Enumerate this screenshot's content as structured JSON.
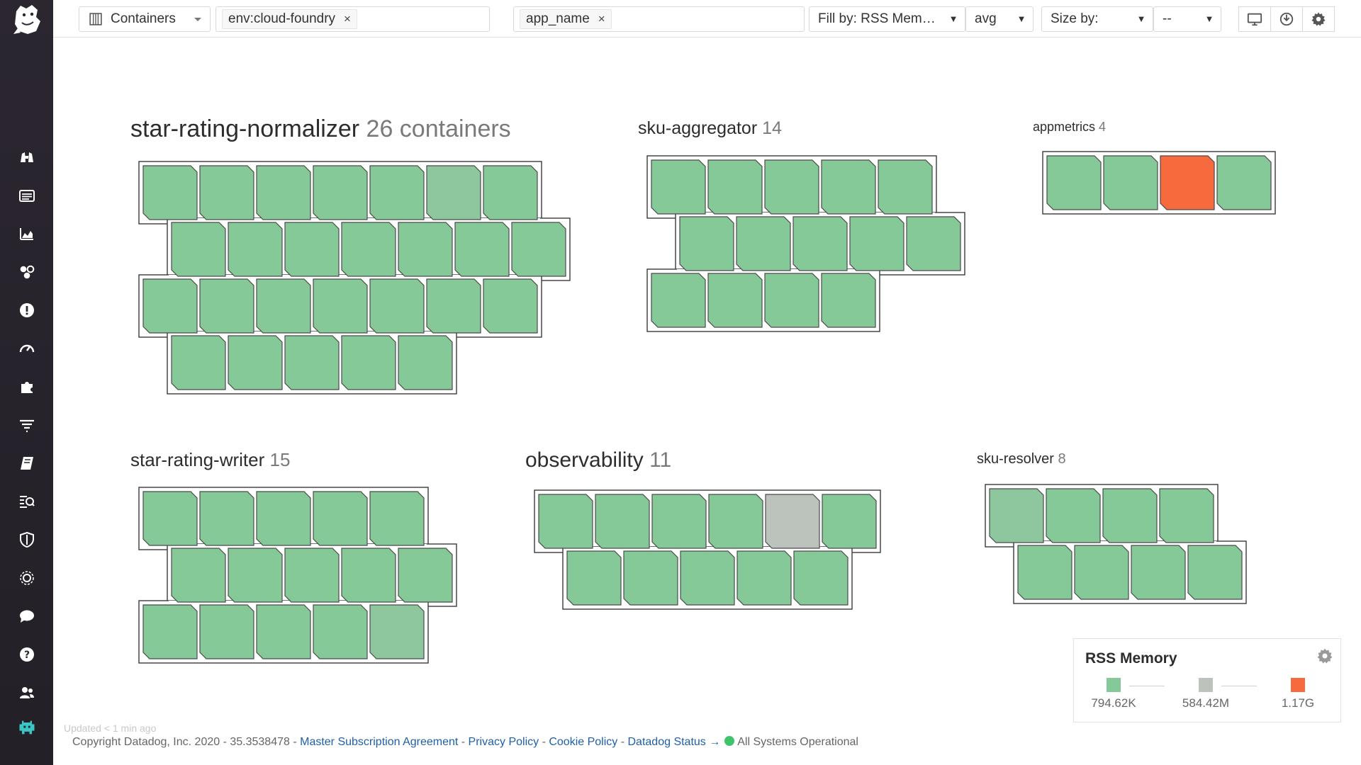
{
  "toolbar": {
    "view_select": "Containers",
    "filter_tag": "env:cloud-foundry",
    "group_tag": "app_name",
    "fill_by": "Fill by: RSS Mem…",
    "fill_agg": "avg",
    "size_by": "Size by:",
    "size_agg": "--"
  },
  "colors": {
    "ok": "#85c998",
    "ok_light": "#8ec79e",
    "mid": "#bcc2bc",
    "high": "#f76a3e",
    "tile_stroke": "#4a4a4a",
    "nav_bg": "#2b2630"
  },
  "groups": [
    {
      "name": "star-rating-normalizer",
      "count_label": "26 containers",
      "count": 26
    },
    {
      "name": "sku-aggregator",
      "count_label": "14",
      "count": 14
    },
    {
      "name": "appmetrics",
      "count_label": "4",
      "count": 4
    },
    {
      "name": "star-rating-writer",
      "count_label": "15",
      "count": 15
    },
    {
      "name": "observability",
      "count_label": "11",
      "count": 11
    },
    {
      "name": "sku-resolver",
      "count_label": "8",
      "count": 8
    }
  ],
  "legend": {
    "title": "RSS Memory",
    "min_label": "794.62K",
    "mid_label": "584.42M",
    "max_label": "1.17G"
  },
  "footer": {
    "updated": "Updated < 1 min ago",
    "copyright": "Copyright Datadog, Inc. 2020 - 35.3538478 - ",
    "link_msa": "Master Subscription Agreement",
    "link_privacy": "Privacy Policy",
    "link_cookie": "Cookie Policy",
    "link_status": "Datadog Status →",
    "status_text": "All Systems Operational"
  },
  "nav_icons": [
    "binoculars-icon",
    "list-icon",
    "chart-icon",
    "hexmap-icon",
    "alert-icon",
    "gauge-icon",
    "puzzle-icon",
    "filter-lines-icon",
    "notebook-icon",
    "process-icon",
    "shield-icon",
    "gear-icon",
    "chat-icon",
    "help-icon",
    "team-icon"
  ]
}
